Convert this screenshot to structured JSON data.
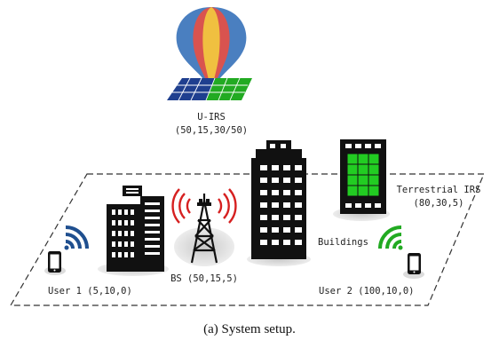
{
  "uirs": {
    "label": "U-IRS",
    "coords": "(50,15,30/50)"
  },
  "terrestrial_irs": {
    "label": "Terrestrial IRS",
    "coords": "(80,30,5)"
  },
  "buildings_label": "Buildings",
  "bs": {
    "label": "BS (50,15,5)"
  },
  "user1": {
    "label": "User 1 (5,10,0)"
  },
  "user2": {
    "label": "User 2 (100,10,0)"
  },
  "caption": "(a) System setup.",
  "colors": {
    "irs_blue": "#1f3f8f",
    "irs_green": "#22aa22",
    "signal_blue": "#1f4f8f",
    "signal_green": "#22aa22",
    "signal_red": "#d62020",
    "balloon_blue": "#4a7fc0",
    "balloon_red": "#d9534f",
    "balloon_yellow": "#f0c040"
  }
}
